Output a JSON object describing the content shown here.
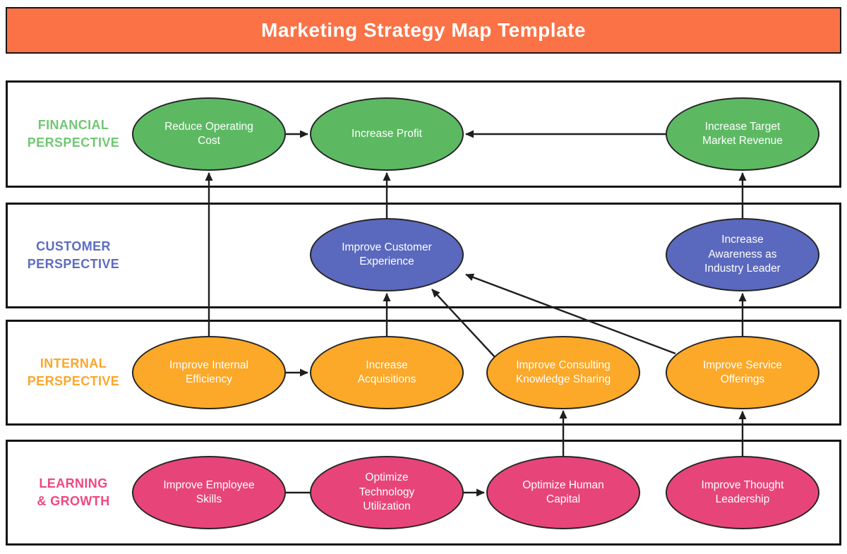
{
  "header": {
    "title": "Marketing Strategy Map Template"
  },
  "palette": {
    "banner_bg": "#fb7246",
    "financial_fill": "#5cb962",
    "financial_label": "#71c774",
    "customer_fill": "#5a69bd",
    "customer_label": "#5d6cc3",
    "internal_fill": "#fca828",
    "internal_label": "#fca62c",
    "learning_fill": "#e74579",
    "learning_label": "#f0487f",
    "connector": "#1e1e1e"
  },
  "rows": [
    {
      "id": "financial",
      "label": "FINANCIAL\nPERSPECTIVE",
      "nodes": [
        {
          "label": "Reduce Operating\nCost"
        },
        {
          "label": "Increase Profit"
        },
        {
          "label": "Increase Target\nMarket Revenue"
        }
      ]
    },
    {
      "id": "customer",
      "label": "CUSTOMER\nPERSPECTIVE",
      "nodes": [
        {
          "label": "Improve Customer\nExperience"
        },
        {
          "label": "Increase\nAwareness as\nIndustry Leader"
        }
      ]
    },
    {
      "id": "internal",
      "label": "INTERNAL\nPERSPECTIVE",
      "nodes": [
        {
          "label": "Improve Internal\nEfficiency"
        },
        {
          "label": "Increase\nAcquisitions"
        },
        {
          "label": "Improve Consulting\nKnowledge Sharing"
        },
        {
          "label": "Improve Service\nOfferings"
        }
      ]
    },
    {
      "id": "learning",
      "label": "LEARNING\n& GROWTH",
      "nodes": [
        {
          "label": "Improve Employee\nSkills"
        },
        {
          "label": "Optimize\nTechnology\nUtilization"
        },
        {
          "label": "Optimize Human\nCapital"
        },
        {
          "label": "Improve Thought\nLeadership"
        }
      ]
    }
  ],
  "edges": [
    {
      "from": "Reduce Operating Cost",
      "to": "Increase Profit",
      "arrowhead": true
    },
    {
      "from": "Increase Target Market Revenue",
      "to": "Increase Profit",
      "arrowhead": true
    },
    {
      "from": "Improve Customer Experience",
      "to": "Increase Profit",
      "arrowhead": true
    },
    {
      "from": "Increase Awareness as Industry Leader",
      "to": "Increase Target Market Revenue",
      "arrowhead": true
    },
    {
      "from": "Improve Internal Efficiency",
      "to": "Reduce Operating Cost",
      "arrowhead": true
    },
    {
      "from": "Improve Internal Efficiency",
      "to": "Increase Acquisitions",
      "arrowhead": true
    },
    {
      "from": "Increase Acquisitions",
      "to": "Improve Customer Experience",
      "arrowhead": true
    },
    {
      "from": "Improve Consulting Knowledge Sharing",
      "to": "Improve Customer Experience",
      "arrowhead": true
    },
    {
      "from": "Improve Service Offerings",
      "to": "Improve Customer Experience",
      "arrowhead": true
    },
    {
      "from": "Improve Service Offerings",
      "to": "Increase Awareness as Industry Leader",
      "arrowhead": true
    },
    {
      "from": "Improve Employee Skills",
      "to": "Optimize Technology Utilization",
      "arrowhead": false
    },
    {
      "from": "Optimize Technology Utilization",
      "to": "Optimize Human Capital",
      "arrowhead": true
    },
    {
      "from": "Optimize Human Capital",
      "to": "Improve Consulting Knowledge Sharing",
      "arrowhead": true
    },
    {
      "from": "Improve Thought Leadership",
      "to": "Improve Service Offerings",
      "arrowhead": true
    }
  ]
}
